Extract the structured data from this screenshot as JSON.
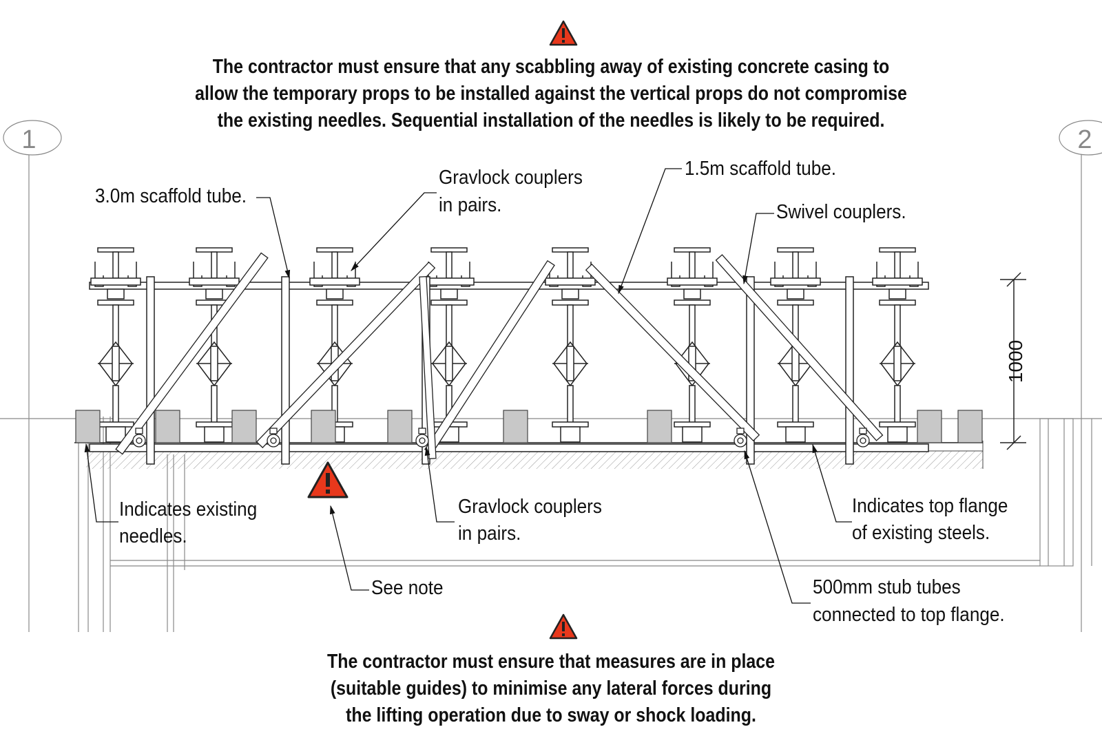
{
  "top_note": {
    "lines": [
      "The contractor must ensure that any scabbling away of existing concrete casing to",
      "allow the temporary props to be installed against the vertical props do not compromise",
      "the existing needles. Sequential installation of the needles is likely to be required."
    ]
  },
  "bottom_note": {
    "lines": [
      "The contractor must ensure that measures are in place",
      "(suitable guides) to minimise any lateral forces during",
      "the lifting operation due to sway or shock loading."
    ]
  },
  "gridlines": {
    "left": "1",
    "right": "2"
  },
  "labels": {
    "scaffold_3m": "3.0m scaffold tube.",
    "gravlock_top_1": "Gravlock couplers",
    "gravlock_top_2": "in pairs.",
    "scaffold_1_5m": "1.5m scaffold tube.",
    "swivel": "Swivel couplers.",
    "needles_1": "Indicates existing",
    "needles_2": "needles.",
    "gravlock_bottom_1": "Gravlock couplers",
    "gravlock_bottom_2": "in pairs.",
    "top_flange_1": "Indicates top flange",
    "top_flange_2": "of existing steels.",
    "see_note": "See note",
    "stub_1": "500mm stub tubes",
    "stub_2": "connected to top flange."
  },
  "dimension": {
    "value": "1000"
  },
  "colors": {
    "warning_fill": "#e8381c",
    "line": "#222222",
    "light_line": "#888888",
    "block_fill": "#c8c8c8"
  }
}
